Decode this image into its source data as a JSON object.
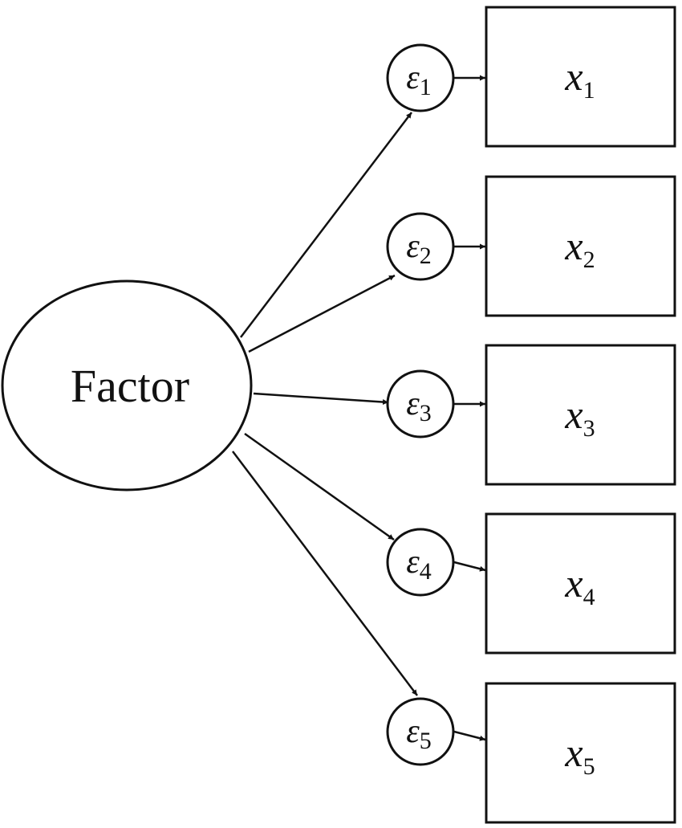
{
  "factor": {
    "label": "Factor"
  },
  "errors": [
    {
      "symbol": "ε",
      "subscript": "1"
    },
    {
      "symbol": "ε",
      "subscript": "2"
    },
    {
      "symbol": "ε",
      "subscript": "3"
    },
    {
      "symbol": "ε",
      "subscript": "4"
    },
    {
      "symbol": "ε",
      "subscript": "5"
    }
  ],
  "variables": [
    {
      "symbol": "x",
      "subscript": "1"
    },
    {
      "symbol": "x",
      "subscript": "2"
    },
    {
      "symbol": "x",
      "subscript": "3"
    },
    {
      "symbol": "x",
      "subscript": "4"
    },
    {
      "symbol": "x",
      "subscript": "5"
    }
  ],
  "colors": {
    "stroke": "#111111",
    "background": "#ffffff"
  }
}
